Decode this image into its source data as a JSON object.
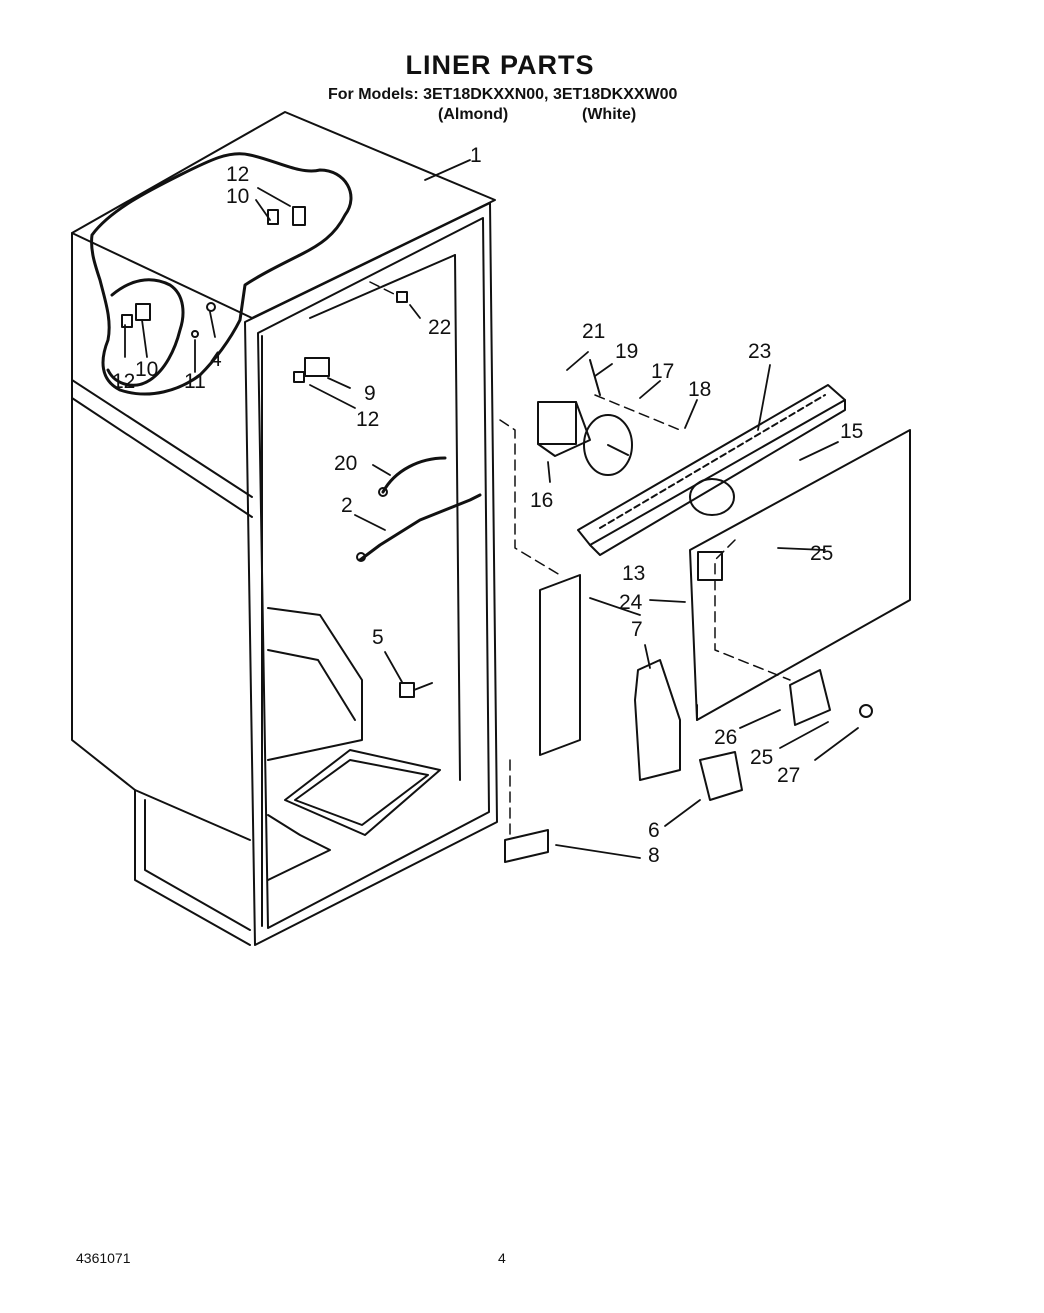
{
  "header": {
    "title": "LINER PARTS",
    "models_line": "For Models: 3ET18DKXXN00, 3ET18DKXXW00",
    "variant_almond": "(Almond)",
    "variant_white": "(White)"
  },
  "callouts": {
    "c1": "1",
    "c2": "2",
    "c4": "4",
    "c5": "5",
    "c6": "6",
    "c7": "7",
    "c8": "8",
    "c9": "9",
    "c10a": "10",
    "c10b": "10",
    "c11": "11",
    "c12a": "12",
    "c12b": "12",
    "c12c": "12",
    "c13": "13",
    "c15": "15",
    "c16": "16",
    "c17": "17",
    "c18": "18",
    "c19": "19",
    "c20": "20",
    "c21": "21",
    "c22": "22",
    "c23": "23",
    "c24": "24",
    "c25a": "25",
    "c25b": "25",
    "c26": "26",
    "c27": "27"
  },
  "footer": {
    "doc_number": "4361071",
    "page_number": "4"
  }
}
